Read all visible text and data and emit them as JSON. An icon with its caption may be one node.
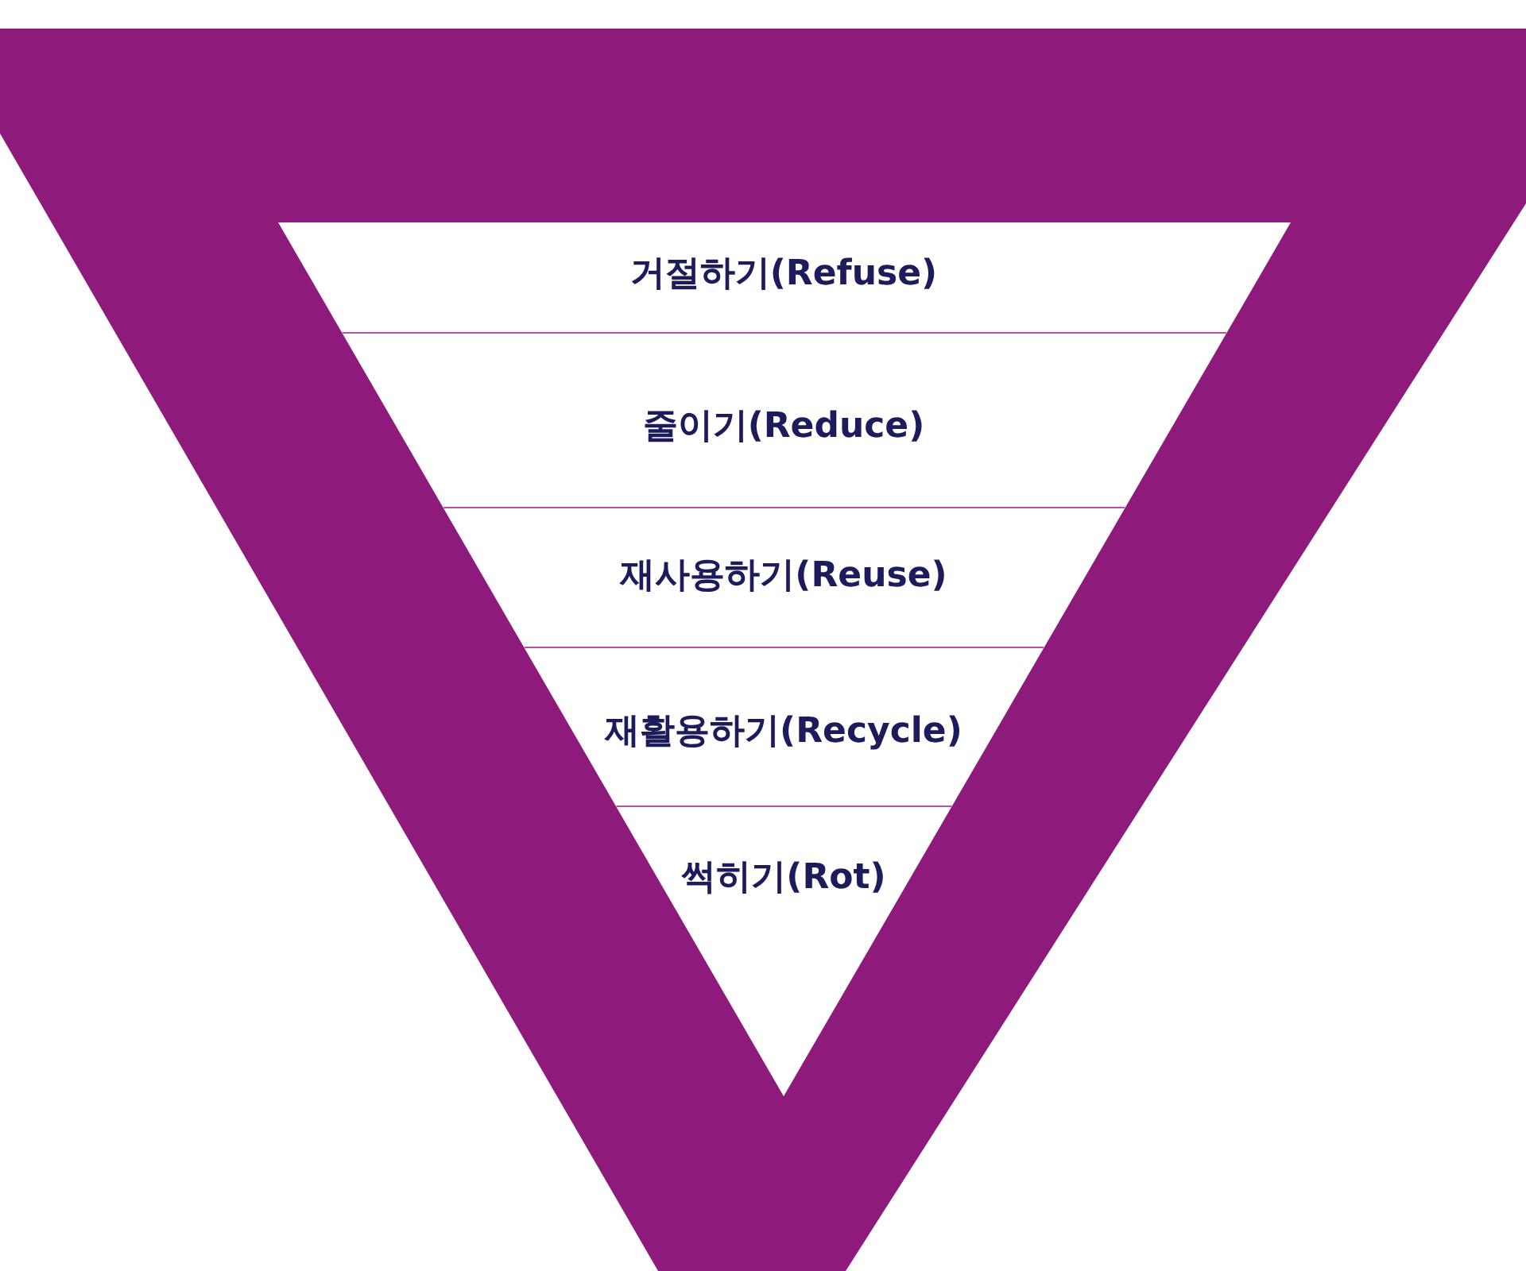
{
  "diagram": {
    "nodes": [
      {
        "text": [
          "거절하기(Refuse)"
        ]
      },
      {
        "text": [
          "줄이기(Reduce)"
        ]
      },
      {
        "text": [
          "재사용하기(Reuse)"
        ]
      },
      {
        "text": [
          "재활용하기(Recycle)"
        ]
      },
      {
        "text": [
          "썩히기(Rot)"
        ]
      }
    ]
  }
}
